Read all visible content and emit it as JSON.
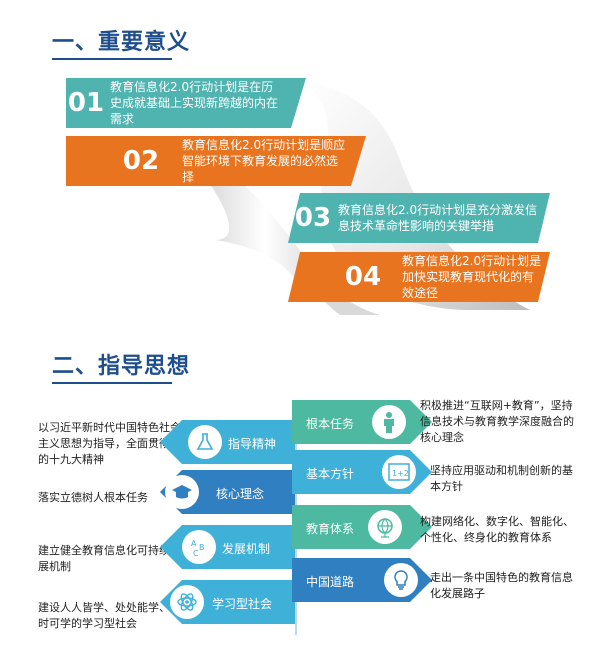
{
  "section1": {
    "title": "一、重要意义",
    "items": [
      {
        "num": "01",
        "text": "教育信息化2.0行动计划是在历史成就基础上实现新跨越的内在需求"
      },
      {
        "num": "02",
        "text": "教育信息化2.0行动计划是顺应智能环境下教育发展的必然选择"
      },
      {
        "num": "03",
        "text": "教育信息化2.0行动计划是充分激发信息技术革命性影响的关键举措"
      },
      {
        "num": "04",
        "text": "教育信息化2.0行动计划是加快实现教育现代化的有效途径"
      }
    ]
  },
  "section2": {
    "title": "二、指导思想",
    "left_arrows": [
      {
        "label": "指导精神",
        "icon": "flask-icon",
        "desc": "以习近平新时代中国特色社会主义思想为指导，全面贯彻党的十九大精神"
      },
      {
        "label": "核心理念",
        "icon": "graduation-cap-icon",
        "desc": "落实立德树人根本任务"
      },
      {
        "label": "发展机制",
        "icon": "abc-icon",
        "desc": "建立健全教育信息化可持续发展机制"
      },
      {
        "label": "学习型社会",
        "icon": "atom-icon",
        "desc": "建设人人皆学、处处能学、时时可学的学习型社会"
      }
    ],
    "right_arrows": [
      {
        "label": "根本任务",
        "icon": "person-icon",
        "desc": "积极推进“互联网+教育”，坚持信息技术与教育教学深度融合的核心理念"
      },
      {
        "label": "基本方针",
        "icon": "calculator-icon",
        "desc": "坚持应用驱动和机制创新的基本方针"
      },
      {
        "label": "教育体系",
        "icon": "globe-icon",
        "desc": "构建网络化、数字化、智能化、个性化、终身化的教育体系"
      },
      {
        "label": "中国道路",
        "icon": "lightbulb-icon",
        "desc": "走出一条中国特色的教育信息化发展路子"
      }
    ]
  },
  "colors": {
    "title_blue": "#1f4e8c",
    "teal": "#4fb3b0",
    "orange": "#e8741f",
    "arrow_blue": "#2f7fc1",
    "arrow_cyan": "#3fb0d8",
    "arrow_green": "#4cb9a0"
  }
}
